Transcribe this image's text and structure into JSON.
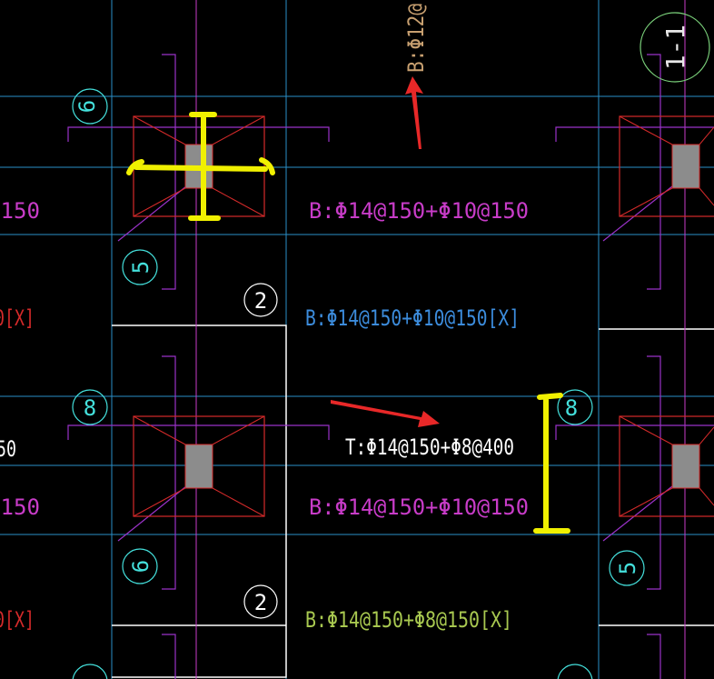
{
  "colors": {
    "background": "#000000",
    "grid": "#2a8fc8",
    "footing_outline": "#d42a2a",
    "column": "#8c8c8c",
    "rebar_leader": "#9a32c8",
    "pile_bubble": "#44e0dc",
    "magenta_text": "#c83cc8",
    "blue_text": "#3c8cdc",
    "red_text": "#d42a2a",
    "green_text": "#a8c850",
    "white_text": "#ffffff",
    "tan_text": "#c8a070",
    "annotation_yellow": "#f0f000",
    "annotation_red_arrow": "#e82828",
    "section_bubble": "#7ad07a"
  },
  "labels": {
    "top_vertical": "B:Φ12@",
    "row1_left_partial": "@150",
    "row1_main": "B:Φ14@150+Φ10@150",
    "row2_left_partial": "0[X]",
    "row2_main": "B:Φ14@150+Φ10@150[X]",
    "row3_left_partial": "50",
    "row3_top_rebar": "T:Φ14@150+Φ8@400",
    "row4_left_partial": "@150",
    "row4_main": "B:Φ14@150+Φ10@150",
    "row5_left_partial": "0[X]",
    "row5_main": "B:Φ14@150+Φ8@150[X]"
  },
  "bubbles": {
    "pile_upper_left_top": "6",
    "pile_upper_left_side": "5",
    "pile_lower_left_top": "8",
    "pile_lower_left_side": "6",
    "pile_lower_right_top": "8",
    "pile_lower_right_side": "5",
    "slab_upper": "2",
    "slab_lower": "2",
    "section_mark": "1-1"
  }
}
